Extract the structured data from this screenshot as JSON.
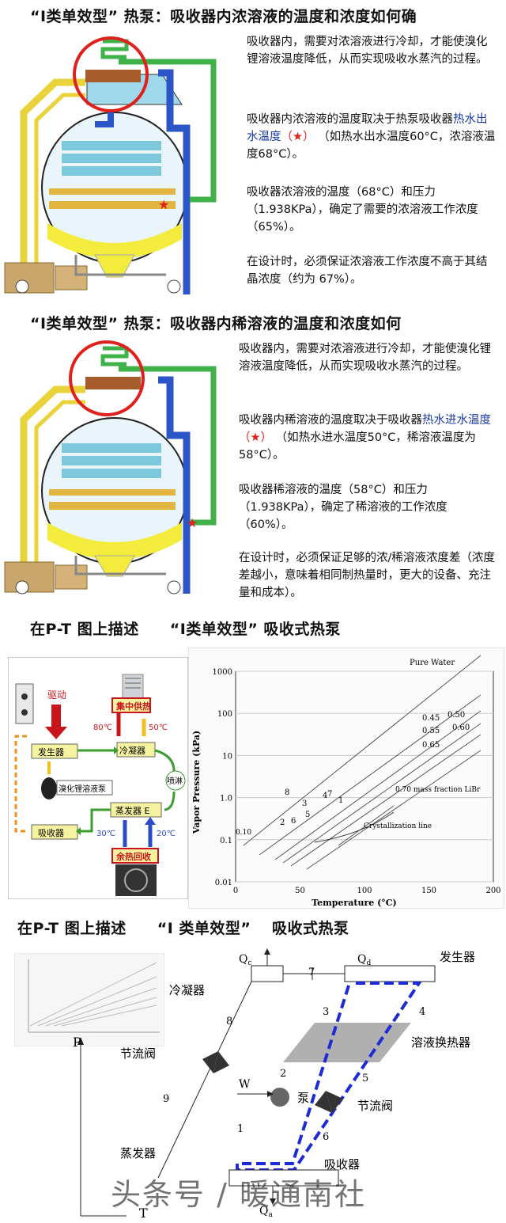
{
  "section1": {
    "title": "“I类单效型” 热泵：吸收器内浓溶液的温度和浓度如何确",
    "p1": "吸收器内，需要对浓溶液进行冷却，才能使溴化锂溶液温度降低，从而实现吸收水蒸汽的过程。",
    "p2_a": "吸收器内浓溶液的温度取决于热泵吸收器",
    "p2_highlight": "热水出水温度",
    "p2_star": "（★）",
    "p2_b": " （如热水出水温度60°C，浓溶液温度68°C）。",
    "p3": "吸收器浓溶液的温度（68°C）和压力（1.938KPa），确定了需要的浓溶液工作浓度（65%）。",
    "p4": "在设计时，必须保证浓溶液工作浓度不高于其结晶浓度（约为 67%）。"
  },
  "section2": {
    "title": "“I类单效型” 热泵：吸收器内稀溶液的温度和浓度如何",
    "p1": "吸收器内，需要对浓溶液进行冷却，才能使溴化锂溶液温度降低，从而实现吸收水蒸汽的过程。",
    "p2_a": "吸收器内稀溶液的温度取决于吸收器",
    "p2_highlight": "热水进水温度",
    "p2_star": "（★）",
    "p2_b": " （如热水进水温度50°C，稀溶液温度为58°C）。",
    "p3": "吸收器稀溶液的温度（58°C）和压力（1.938KPa），确定了稀溶液的工作浓度（60%）。",
    "p4": "在设计时，必须保证足够的浓/稀溶液浓度差（浓度差越小，意味着相同制热量时，更大的设备、充注量和成本）。"
  },
  "section3": {
    "title": "在P-T 图上描述　　“I类单效型” 吸收式热泵",
    "flow": {
      "drive": "驱动",
      "central_heat": "集中供热",
      "t80": "80℃",
      "t50": "50℃",
      "generator": "发生器",
      "condenser": "冷凝器",
      "spray": "喷淋",
      "pump": "溴化锂溶液泵",
      "evaporator": "蒸发器 E",
      "absorber": "吸收器",
      "t30": "30℃",
      "t20": "20℃",
      "waste_heat": "余热回收"
    },
    "chart": {
      "ylabel": "Vapor Pressure (kPa)",
      "xlabel": "Temperature (°C)",
      "yticks": [
        "1000",
        "100",
        "10",
        "1.0",
        "0.1",
        "0.01"
      ],
      "xticks": [
        "0",
        "50",
        "100",
        "150",
        "200"
      ],
      "pure_water": "Pure Water",
      "frac_labels": [
        "0.45",
        "0.50",
        "0.55",
        "0.60",
        "0.65"
      ],
      "frac70": "0.70 mass fraction LiBr",
      "cryst": "Crystallization line",
      "pts": [
        "1",
        "2",
        "3",
        "4",
        "5",
        "6",
        "7",
        "8"
      ],
      "p10": "0.10"
    }
  },
  "section4": {
    "title": "在P-T 图上描述　　“I 类单效型”　 吸收式热泵",
    "condenser": "冷凝器",
    "generator": "发生器",
    "hx": "溶液换热器",
    "throttle1": "节流阀",
    "throttle2": "节流阀",
    "pump": "泵",
    "evaporator": "蒸发器",
    "absorber": "吸收器",
    "qc": "Q",
    "qc_sub": "c",
    "qd": "Q",
    "qd_sub": "d",
    "qa": "Q",
    "qa_sub": "a",
    "w": "W",
    "n1": "1",
    "n2": "2",
    "n3": "3",
    "n4": "4",
    "n5": "5",
    "n6": "6",
    "n7": "7",
    "n8": "8",
    "n9": "9",
    "axis_p": "P",
    "axis_t": "T"
  },
  "watermark": "头条号 / 暖通南社"
}
